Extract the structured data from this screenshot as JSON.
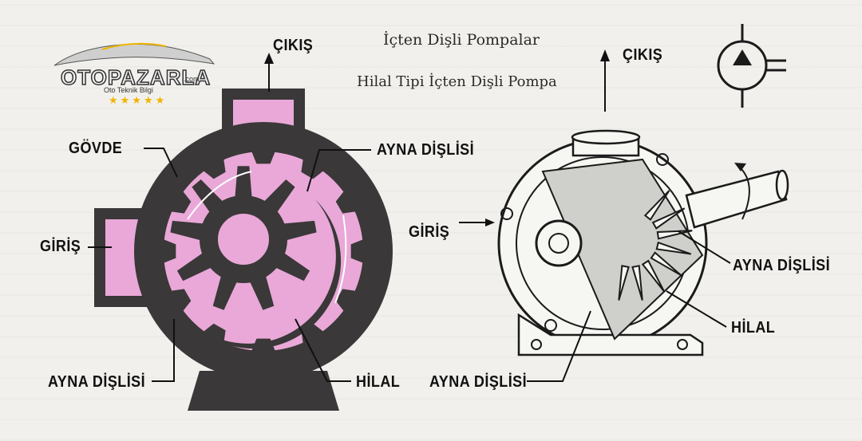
{
  "page": {
    "title": "İçten Dişli Pompalar",
    "subtitle": "Hilal Tipi İçten Dişli Pompa"
  },
  "logo": {
    "name": "OTOPAZARLA",
    "domain": ".com",
    "tagline": "Oto Teknik Bilgi",
    "stars": "★★★★★"
  },
  "left_diagram": {
    "labels": {
      "outlet": "ÇIKIŞ",
      "housing": "GÖVDE",
      "ring_gear_top": "AYNA DİŞLİSİ",
      "inlet": "GİRİŞ",
      "ring_gear_bottom": "AYNA DİŞLİSİ",
      "crescent": "HİLAL"
    }
  },
  "right_diagram": {
    "labels": {
      "outlet": "ÇIKIŞ",
      "inlet": "GİRİŞ",
      "ring_gear_right": "AYNA DİŞLİSİ",
      "crescent": "HİLAL",
      "ring_gear_bottom": "AYNA DİŞLİSİ"
    }
  },
  "colors": {
    "fluid": "#e9a8d8",
    "metal": "#3a3838",
    "line": "#1b1b1b",
    "accent_star": "#f0b400"
  }
}
